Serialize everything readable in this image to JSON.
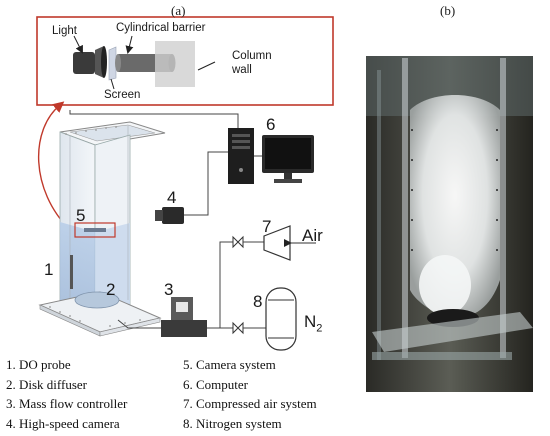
{
  "panels": {
    "a": "(a)",
    "b": "(b)"
  },
  "inset": {
    "light": "Light",
    "barrier": "Cylindrical barrier",
    "screen": "Screen",
    "wall_line1": "Column",
    "wall_line2": "wall"
  },
  "numbers": {
    "n1": "1",
    "n2": "2",
    "n3": "3",
    "n4": "4",
    "n5": "5",
    "n6": "6",
    "n7": "7",
    "n8": "8"
  },
  "air_label": "Air",
  "n2_label": {
    "base": "N",
    "sub": "2"
  },
  "legend": {
    "col1": [
      "1. DO probe",
      "2. Disk diffuser",
      "3. Mass flow controller",
      "4. High-speed camera"
    ],
    "col2": [
      "5. Camera system",
      "6. Computer",
      "7. Compressed air system",
      "8. Nitrogen system"
    ]
  },
  "colors": {
    "inset_border": "#c0392b",
    "arrow": "#c0392b",
    "water": "#b9cde6",
    "column": "#e8edf3"
  }
}
